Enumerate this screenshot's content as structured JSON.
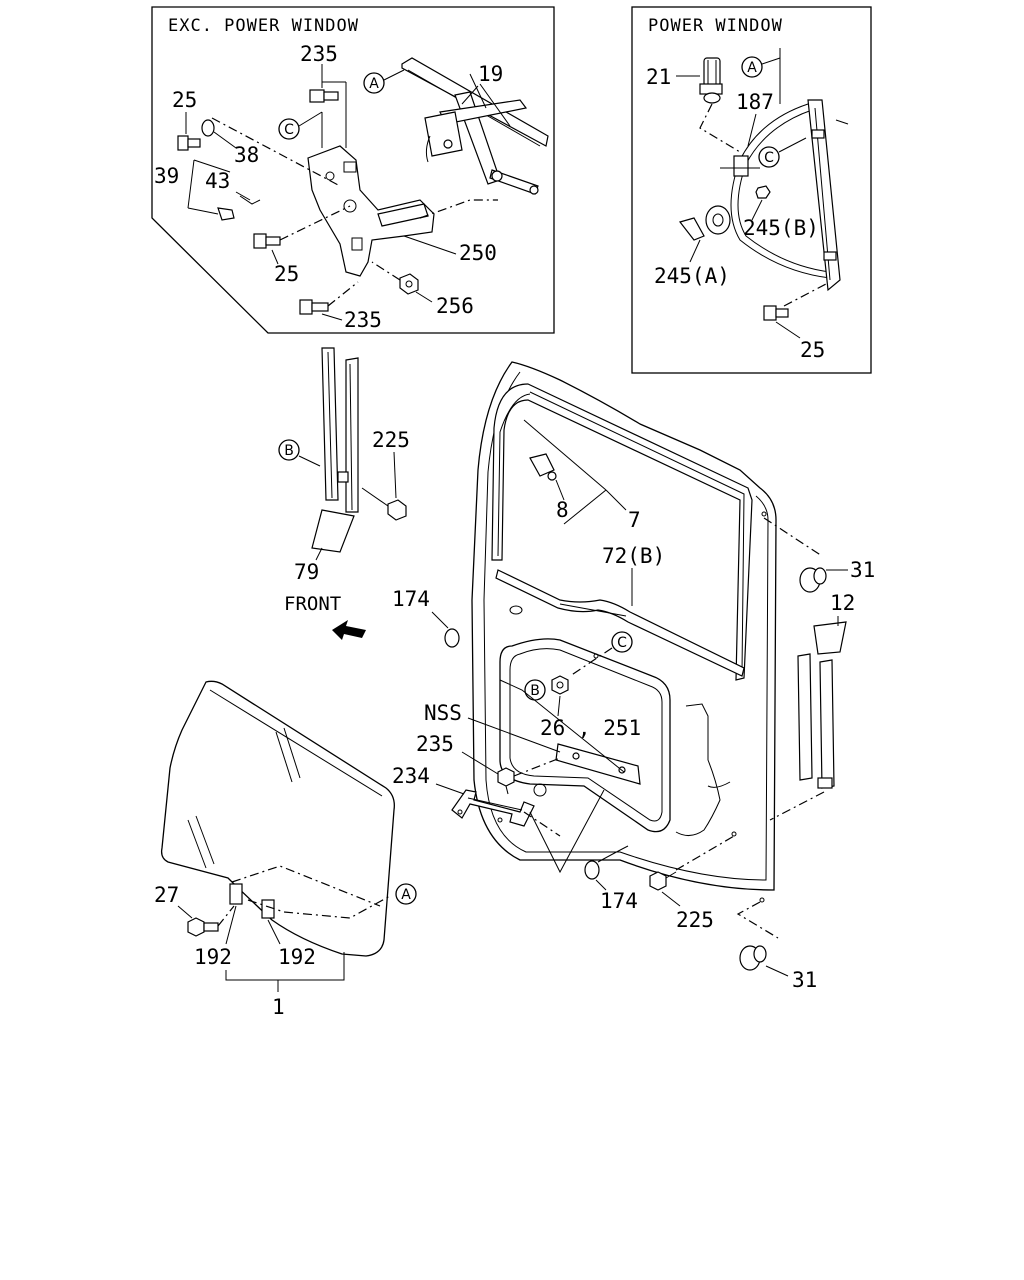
{
  "insets": {
    "exc_power_window": "EXC. POWER WINDOW",
    "power_window": "POWER WINDOW"
  },
  "direction_label": "FRONT",
  "refs": {
    "a": "A",
    "b": "B",
    "c": "C"
  },
  "parts": {
    "p235_top": "235",
    "p19": "19",
    "p25_a": "25",
    "p38": "38",
    "p39": "39",
    "p43": "43",
    "p25_b": "25",
    "p250": "250",
    "p235_bot": "235",
    "p256": "256",
    "p21": "21",
    "p187": "187",
    "p245b": "245(B)",
    "p245a": "245(A)",
    "p25_pw": "25",
    "p225_top": "225",
    "p79": "79",
    "p8": "8",
    "p7": "7",
    "p72b": "72(B)",
    "p31_top": "31",
    "p12": "12",
    "p174_top": "174",
    "p26_251": "26 , 251",
    "pNSS": "NSS",
    "p235_mid": "235",
    "p234": "234",
    "p174_bot": "174",
    "p225_bot": "225",
    "p31_bot": "31",
    "p27": "27",
    "p192_a": "192",
    "p192_b": "192",
    "p1": "1"
  }
}
